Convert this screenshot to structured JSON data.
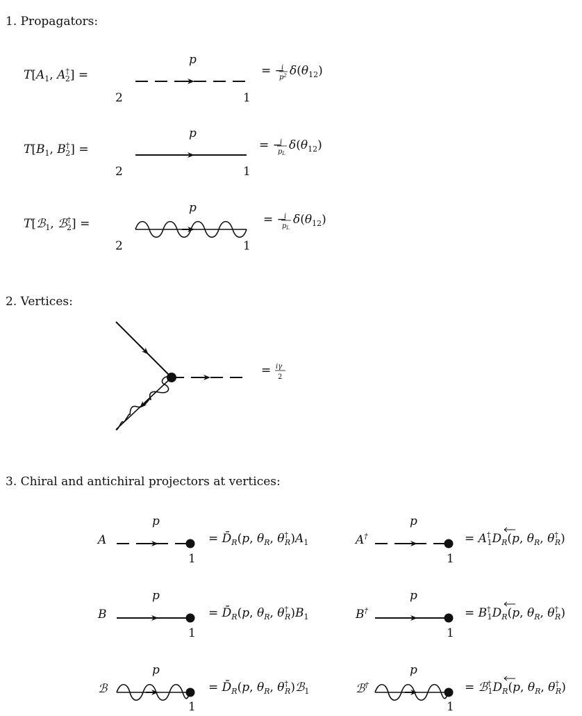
{
  "sections": {
    "propagators": {
      "heading": "1. Propagators:"
    },
    "vertices": {
      "heading": "2. Vertices:"
    },
    "projectors": {
      "heading": "3. Chiral and antichiral projectors at vertices:"
    }
  },
  "propagators": {
    "momentum_label": "p",
    "end_left": "2",
    "end_right": "1",
    "rows": [
      {
        "field_a": "A",
        "field_b": "A",
        "value_den": "p",
        "line": "dashed"
      },
      {
        "field_a": "B",
        "field_b": "B",
        "value_den": "p",
        "line": "solid"
      },
      {
        "field_a": "ℬ",
        "field_b": "ℬ",
        "value_den": "p",
        "line": "wavy"
      }
    ]
  },
  "vertex": {
    "value_num": "iγ",
    "value_den": "2"
  },
  "projectors": {
    "momentum_label": "p",
    "end_label": "1",
    "rows": [
      {
        "left": {
          "field": "A",
          "line": "dashed",
          "rhs_op": "D̄",
          "rhs_field": "A"
        },
        "right": {
          "field": "A",
          "line": "dashed",
          "rhs_field": "A",
          "rhs_op": "D"
        }
      },
      {
        "left": {
          "field": "B",
          "line": "solid",
          "rhs_op": "D̄",
          "rhs_field": "B"
        },
        "right": {
          "field": "B",
          "line": "solid",
          "rhs_field": "B",
          "rhs_op": "D"
        }
      },
      {
        "left": {
          "field": "ℬ",
          "line": "wavy",
          "rhs_op": "D̄",
          "rhs_field": "ℬ"
        },
        "right": {
          "field": "ℬ",
          "line": "wavy",
          "rhs_field": "ℬ",
          "rhs_op": "D"
        }
      }
    ]
  },
  "colors": {
    "ink": "#111111",
    "background": "#ffffff"
  }
}
